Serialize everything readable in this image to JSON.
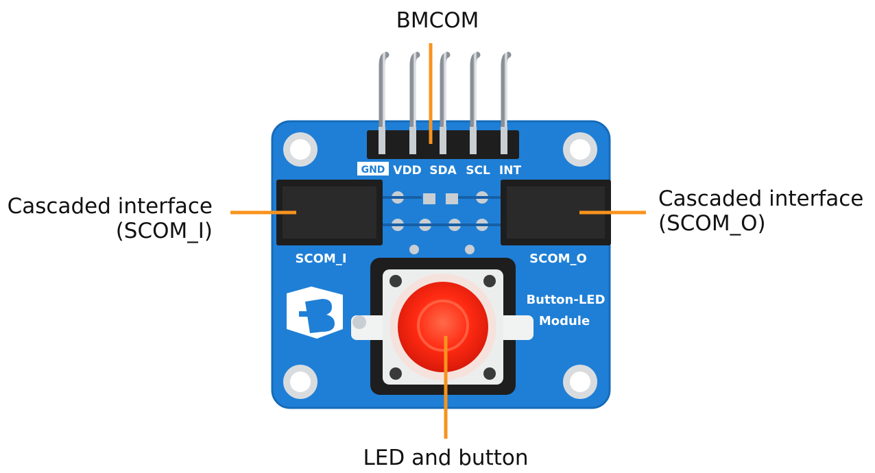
{
  "callouts": {
    "top": "BMCOM",
    "left_line1": "Cascaded interface",
    "left_line2": "(SCOM_I)",
    "right_line1": "Cascaded interface",
    "right_line2": "(SCOM_O)",
    "bottom": "LED and button"
  },
  "board": {
    "pin_labels": {
      "gnd": "GND",
      "vdd": "VDD",
      "sda": "SDA",
      "scl": "SCL",
      "int": "INT"
    },
    "connector_left": "SCOM_I",
    "connector_right": "SCOM_O",
    "module_name_line1": "Button-LED",
    "module_name_line2": "Module"
  },
  "colors": {
    "board_blue": "#1f7fd6",
    "callout_line": "#f7931e",
    "led_red": "#ff2a12",
    "connector_black": "#1e1e1e"
  }
}
